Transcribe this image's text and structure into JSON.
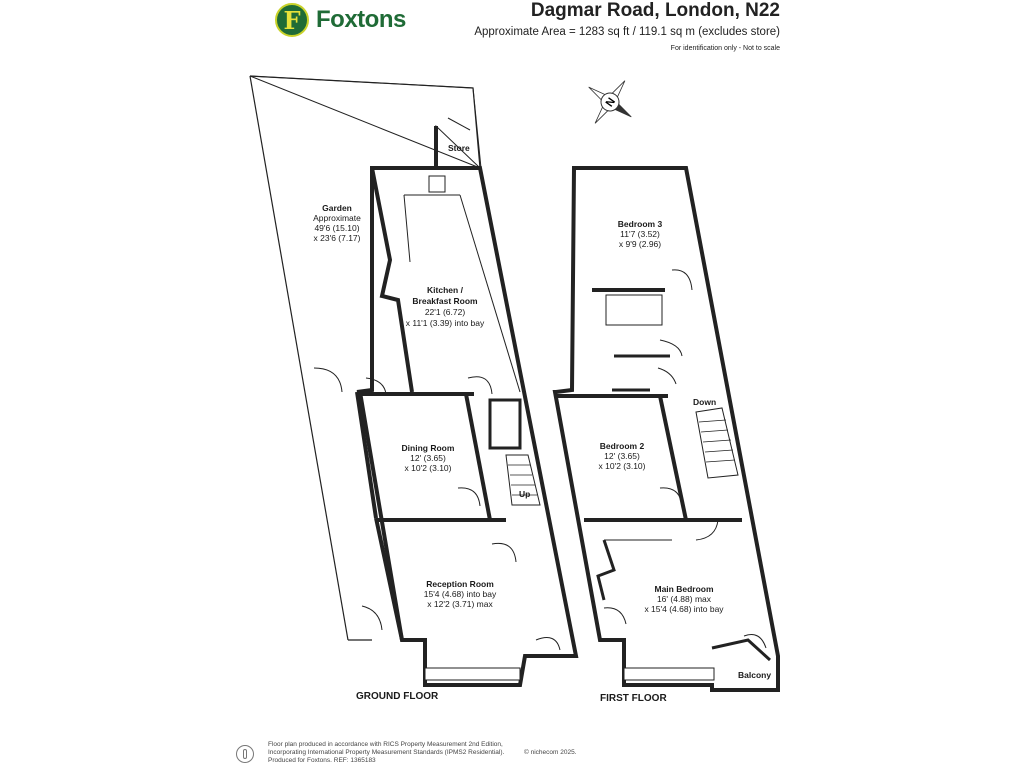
{
  "brand": {
    "name": "Foxtons",
    "initial": "F",
    "color": "#1f6b36",
    "accent": "#c9d22a"
  },
  "header": {
    "title": "Dagmar Road, London, N22",
    "area": "Approximate Area = 1283 sq ft / 119.1 sq m (excludes store)",
    "note": "For identification only - Not to scale"
  },
  "compass": {
    "label": "N"
  },
  "ground_floor": {
    "label": "GROUND FLOOR",
    "rooms": {
      "garden": {
        "name": "Garden",
        "line1": "Approximate",
        "line2": "49'6 (15.10)",
        "line3": "x 23'6 (7.17)"
      },
      "store": {
        "name": "Store"
      },
      "kitchen": {
        "name1": "Kitchen /",
        "name2": "Breakfast  Room",
        "line1": "22'1 (6.72)",
        "line2": "x 11'1 (3.39) into bay"
      },
      "dining": {
        "name": "Dining Room",
        "line1": "12' (3.65)",
        "line2": "x 10'2 (3.10)"
      },
      "reception": {
        "name": "Reception Room",
        "line1": "15'4 (4.68) into bay",
        "line2": "x 12'2 (3.71) max"
      }
    },
    "stairs_label": "Up"
  },
  "first_floor": {
    "label": "FIRST FLOOR",
    "rooms": {
      "bedroom3": {
        "name": "Bedroom 3",
        "line1": "11'7 (3.52)",
        "line2": "x 9'9 (2.96)"
      },
      "bedroom2": {
        "name": "Bedroom 2",
        "line1": "12' (3.65)",
        "line2": "x 10'2 (3.10)"
      },
      "main": {
        "name": "Main Bedroom",
        "line1": "16' (4.88) max",
        "line2": "x 15'4 (4.68) into bay"
      },
      "balcony": {
        "name": "Balcony"
      }
    },
    "stairs_label": "Down"
  },
  "footer": {
    "line1": "Floor plan produced in accordance with RICS Property Measurement 2nd Edition,",
    "line2": "Incorporating International Property Measurement Standards (IPMS2 Residential).",
    "line3": "Produced for Foxtons.   REF: 1365183",
    "copyright": "© nichecom 2025."
  }
}
